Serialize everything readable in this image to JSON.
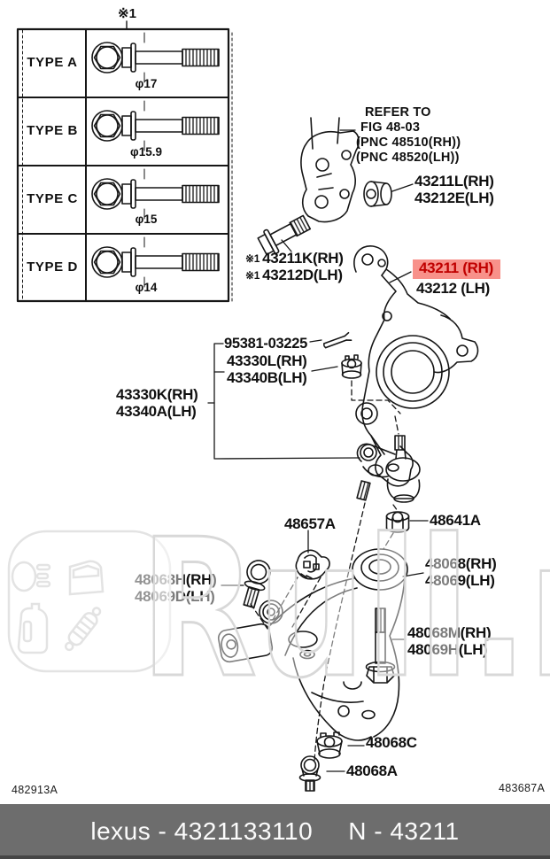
{
  "remark_1": "※1",
  "type_table": {
    "rows": [
      {
        "label": "TYPE A",
        "diameter": "φ17"
      },
      {
        "label": "TYPE B",
        "diameter": "φ15.9"
      },
      {
        "label": "TYPE C",
        "diameter": "φ15"
      },
      {
        "label": "TYPE D",
        "diameter": "φ14"
      }
    ]
  },
  "callouts": {
    "refer_note": {
      "line1": "REFER TO",
      "line2": "FIG 48-03",
      "line3": "(PNC 48510(RH))",
      "line4": "(PNC 48520(LH))"
    },
    "c43211L": {
      "rh": "43211L(RH)",
      "lh": "43212E(LH)"
    },
    "c43211K": {
      "prefix": "※1",
      "rh": "43211K(RH)",
      "lh": "43212D(LH)"
    },
    "c43211": {
      "rh": "43211 (RH)",
      "lh": "43212 (LH)",
      "highlight_bg": "#f8918a",
      "highlight_text": "#c00000"
    },
    "c95381": {
      "text": "95381-03225"
    },
    "c43330L": {
      "rh": "43330L(RH)",
      "lh": "43340B(LH)"
    },
    "c43330K": {
      "rh": "43330K(RH)",
      "lh": "43340A(LH)"
    },
    "c48657A": {
      "text": "48657A"
    },
    "c48641A": {
      "text": "48641A"
    },
    "c48068": {
      "rh": "48068(RH)",
      "lh": "48069(LH)"
    },
    "c48068H": {
      "rh": "48068H(RH)",
      "lh": "48069D(LH)"
    },
    "c48068M": {
      "rh": "48068M(RH)",
      "lh": "48069H(LH)"
    },
    "c48068C": {
      "text": "48068C"
    },
    "c48068A": {
      "text": "48068A"
    }
  },
  "figure_ids": {
    "bottom_left": "482913A",
    "bottom_right": "483687A"
  },
  "watermark": {
    "text": "Rull.ru"
  },
  "footer": {
    "left_text": "lexus - 4321133110",
    "right_text": "N - 43211",
    "bg": "#6d6d6d"
  }
}
